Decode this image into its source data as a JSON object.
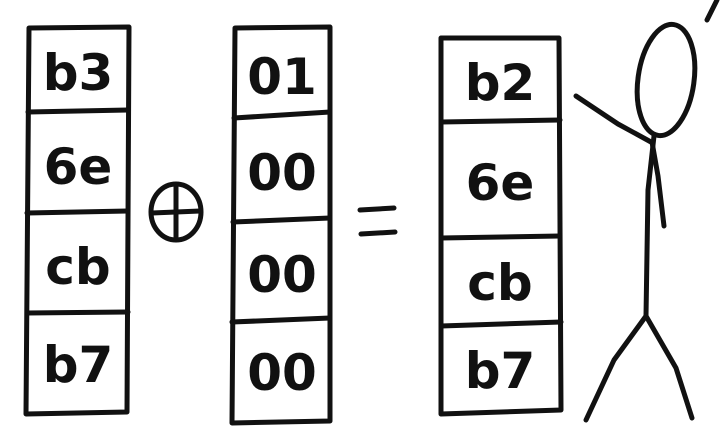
{
  "columns": [
    {
      "id": "left",
      "cells": [
        "b3",
        "6e",
        "cb",
        "b7"
      ]
    },
    {
      "id": "middle",
      "cells": [
        "01",
        "00",
        "00",
        "00"
      ]
    },
    {
      "id": "right",
      "cells": [
        "b2",
        "6e",
        "cb",
        "b7"
      ]
    }
  ],
  "operator_icon": "xor-circle-plus-icon",
  "equals_icon": "equals-icon",
  "figure_icon": "stick-figure-icon",
  "colors": {
    "ink": "#111111",
    "background": "#ffffff"
  }
}
